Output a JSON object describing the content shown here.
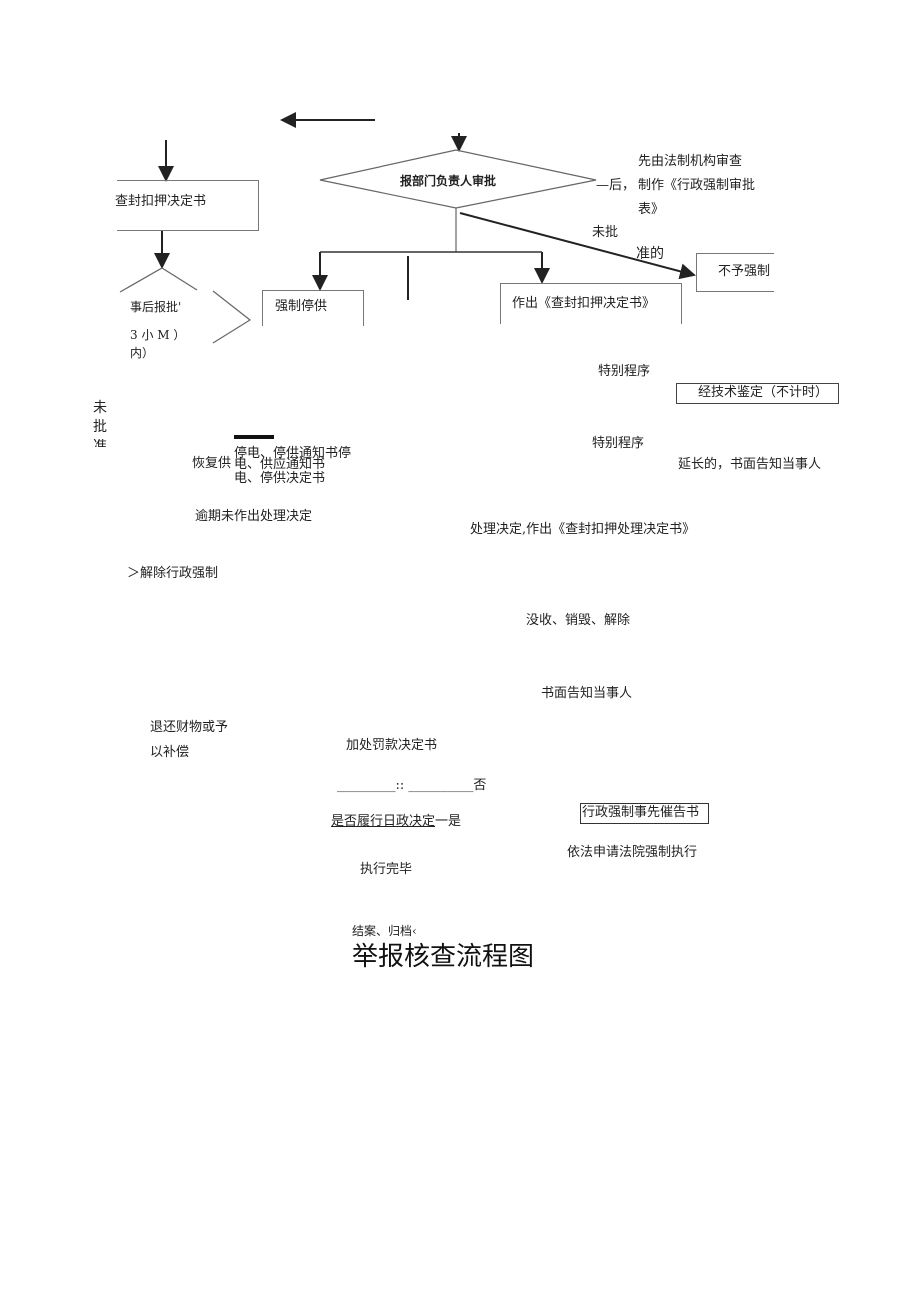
{
  "flow": {
    "seal_decision": "查封扣押决定书",
    "post_approval": "事后报批'",
    "within_hours": "3 小 M ）",
    "within_suffix": "内）",
    "dept_approval": "报部门负责人审批",
    "after_connector": "—后，",
    "legal_review_1": "先由法制机构审查",
    "legal_review_2": "制作《行政强制审批",
    "legal_review_3": "表》",
    "not_approved_1": "未批",
    "not_approved_2": "准的",
    "no_enforcement": "不予强制",
    "forced_cutoff": "强制停供",
    "make_seal_decision": "作出《查封扣押决定书》",
    "special_procedure_1": "特别程序",
    "tech_appraisal": "经技术鉴定（不计时）",
    "not_approved_vertical": [
      "未",
      "批",
      "准"
    ],
    "cutoff_notice": "停电、停供通知书停",
    "restore_supply": "恢复供",
    "supply_notice": "电、供应通知书",
    "cutoff_decision": "电、停供决定书",
    "special_procedure_2": "特别程序",
    "extension_notice": "延长的，书面告知当事人",
    "overdue": "逾期未作出处理决定",
    "handling_decision": "处理决定,作出《查封扣押处理决定书》",
    "release": "＞解除行政强制",
    "confiscate": "没收、销毁、解除",
    "written_notice": "书面告知当事人",
    "return_property_1": "退还财物或予",
    "return_property_2": "以补偿",
    "fine_decision": "加处罚款决定书",
    "no_line": "_________:: __________否",
    "perform_question": "是否履行日政决定",
    "perform_yes": "一是",
    "prior_notice": "行政强制事先催告书",
    "court_enforcement": "依法申请法院强制执行",
    "execution_done": "执行完毕",
    "close_archive": "结案、归档‹"
  },
  "title": "举报核查流程图"
}
